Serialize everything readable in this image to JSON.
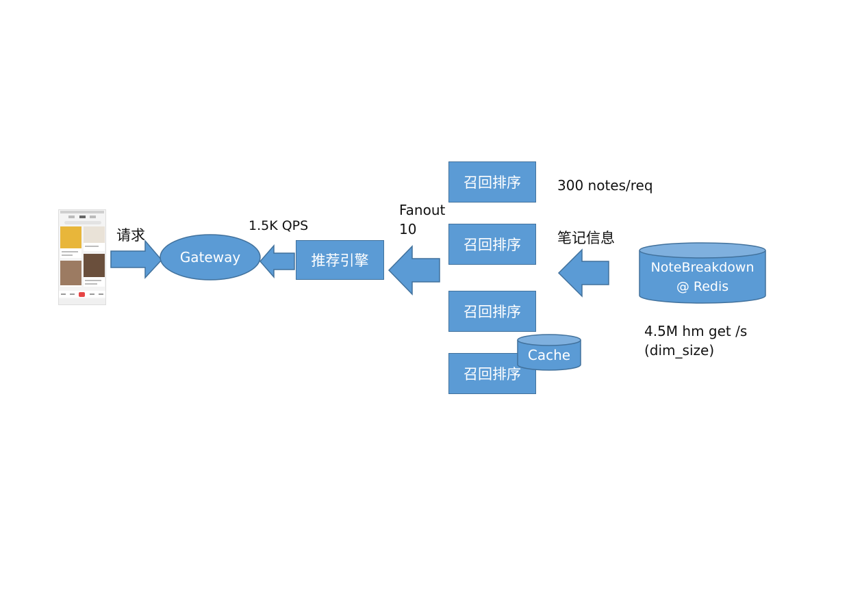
{
  "client": {
    "request_label": "请求"
  },
  "gateway": {
    "label": "Gateway",
    "qps_label": "1.5K QPS"
  },
  "engine": {
    "label": "推荐引擎"
  },
  "fanout": {
    "label_line1": "Fanout",
    "label_line2": "10"
  },
  "recall_boxes": [
    {
      "label": "召回排序"
    },
    {
      "label": "召回排序"
    },
    {
      "label": "召回排序"
    },
    {
      "label": "召回排序"
    }
  ],
  "cache": {
    "label": "Cache"
  },
  "notes_per_req_label": "300 notes/req",
  "note_info_label": "笔记信息",
  "redis": {
    "label_line1": "NoteBreakdown",
    "label_line2": "@ Redis"
  },
  "redis_rate": {
    "line1": "4.5M hm get /s",
    "line2": "(dim_size)"
  },
  "colors": {
    "shape_fill": "#5b9bd5",
    "shape_border": "#41719c",
    "text_on_shape": "#ffffff"
  },
  "icons": {
    "client": "phone-screenshot-icon",
    "arrows": "block-arrow-left-right"
  }
}
